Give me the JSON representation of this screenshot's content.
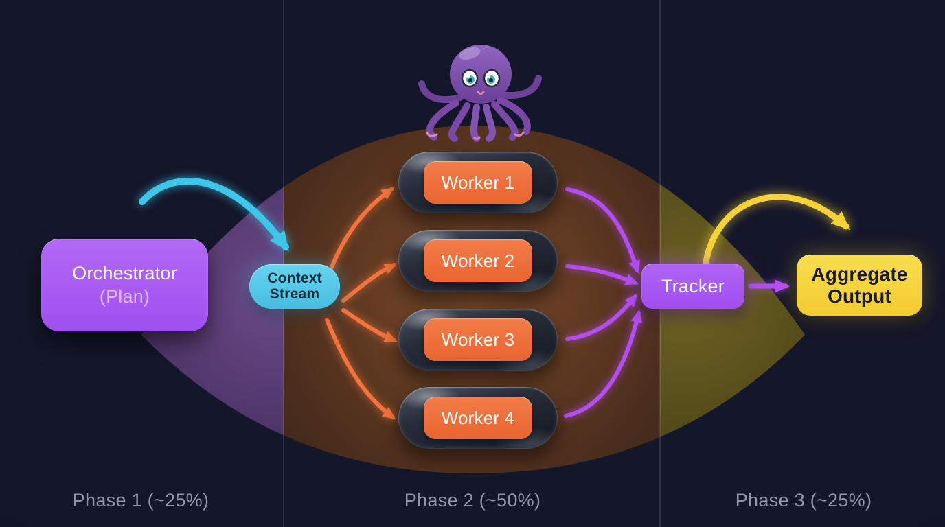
{
  "nodes": {
    "orchestrator": {
      "label": "Orchestrator",
      "sublabel": "(Plan)"
    },
    "context_stream": {
      "line1": "Context",
      "line2": "Stream"
    },
    "workers": [
      {
        "label": "Worker 1"
      },
      {
        "label": "Worker 2"
      },
      {
        "label": "Worker 3"
      },
      {
        "label": "Worker 4"
      }
    ],
    "tracker": {
      "label": "Tracker"
    },
    "aggregate_output": {
      "line1": "Aggregate",
      "line2": "Output"
    }
  },
  "phases": [
    {
      "label": "Phase 1 (~25%)"
    },
    {
      "label": "Phase 2 (~50%)"
    },
    {
      "label": "Phase 3 (~25%)"
    }
  ],
  "mascot": {
    "icon": "octopus-icon"
  },
  "colors": {
    "background": "#14162a",
    "phase1_band": "#5d4178",
    "phase2_band": "#6f452a",
    "phase3_band": "#6b6124",
    "orchestrator": "#a958f2",
    "context_stream": "#55c9e9",
    "worker": "#ee6f3d",
    "worker_capsule": "#2b313d",
    "tracker": "#a958f2",
    "aggregate_output": "#f7d63f",
    "arrow_cyan": "#3ec6ea",
    "arrow_orange": "#f2743c",
    "arrow_purple": "#b44ef2",
    "arrow_yellow": "#f5d338",
    "phase_label": "#9196ab"
  }
}
